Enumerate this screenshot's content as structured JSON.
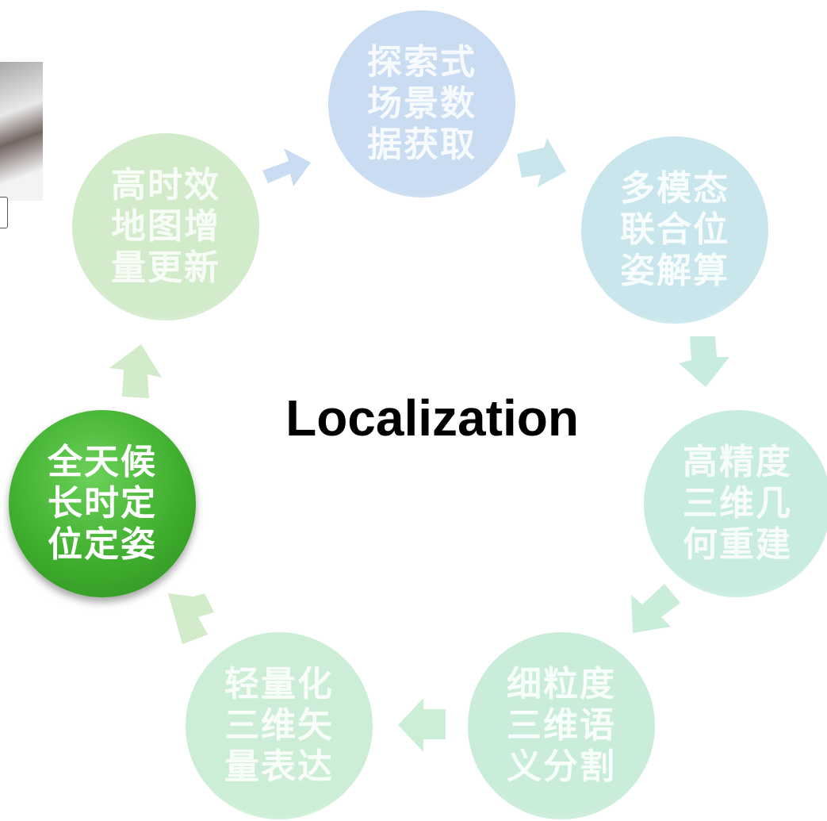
{
  "center_title": "Localization",
  "nodes": [
    {
      "id": "explore",
      "text": "探索式场景数据获取",
      "color": "#c9dcf1"
    },
    {
      "id": "pose",
      "text": "多模态联合位姿解算",
      "color": "#c8e6ec"
    },
    {
      "id": "recon",
      "text": "高精度三维几何重建",
      "color": "#c8ece0"
    },
    {
      "id": "semantic",
      "text": "细粒度三维语义分割",
      "color": "#c9edd9"
    },
    {
      "id": "vector",
      "text": "轻量化三维矢量表达",
      "color": "#cdeed6"
    },
    {
      "id": "localize",
      "text": "全天候长时定位定姿",
      "color": "#3fae2e"
    },
    {
      "id": "update",
      "text": "高时效地图增量更新",
      "color": "#d2ebcb"
    }
  ],
  "arrow_colors": [
    "#c9dcf1",
    "#c8e6ec",
    "#c8ece0",
    "#c9edd9",
    "#cdeed6",
    "#d2ebcb",
    "#d2ebcb"
  ]
}
